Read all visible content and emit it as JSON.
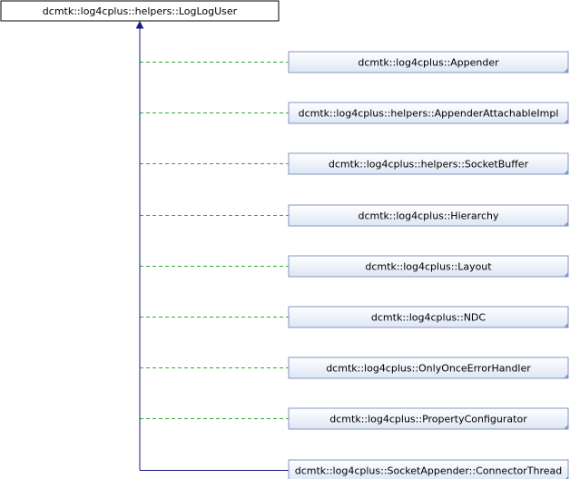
{
  "base_class": {
    "label": "dcmtk::log4cplus::helpers::LogLogUser"
  },
  "derived_classes": [
    {
      "label": "dcmtk::log4cplus::Appender",
      "relation": "dashed"
    },
    {
      "label": "dcmtk::log4cplus::helpers::AppenderAttachableImpl",
      "relation": "dashed"
    },
    {
      "label": "dcmtk::log4cplus::helpers::SocketBuffer",
      "relation": "dashed"
    },
    {
      "label": "dcmtk::log4cplus::Hierarchy",
      "relation": "dashed"
    },
    {
      "label": "dcmtk::log4cplus::Layout",
      "relation": "dashed"
    },
    {
      "label": "dcmtk::log4cplus::NDC",
      "relation": "dashed"
    },
    {
      "label": "dcmtk::log4cplus::OnlyOnceErrorHandler",
      "relation": "dashed"
    },
    {
      "label": "dcmtk::log4cplus::PropertyConfigurator",
      "relation": "dashed"
    },
    {
      "label": "dcmtk::log4cplus::SocketAppender::ConnectorThread",
      "relation": "solid"
    }
  ],
  "colors": {
    "base_fill": "#ffffff",
    "base_stroke": "#000000",
    "node_fill_top": "#ffffff",
    "node_fill_bottom": "#dde6f5",
    "node_stroke": "#8496c4",
    "dashed_edge": "#33aa33",
    "solid_edge": "#1a1a80"
  }
}
